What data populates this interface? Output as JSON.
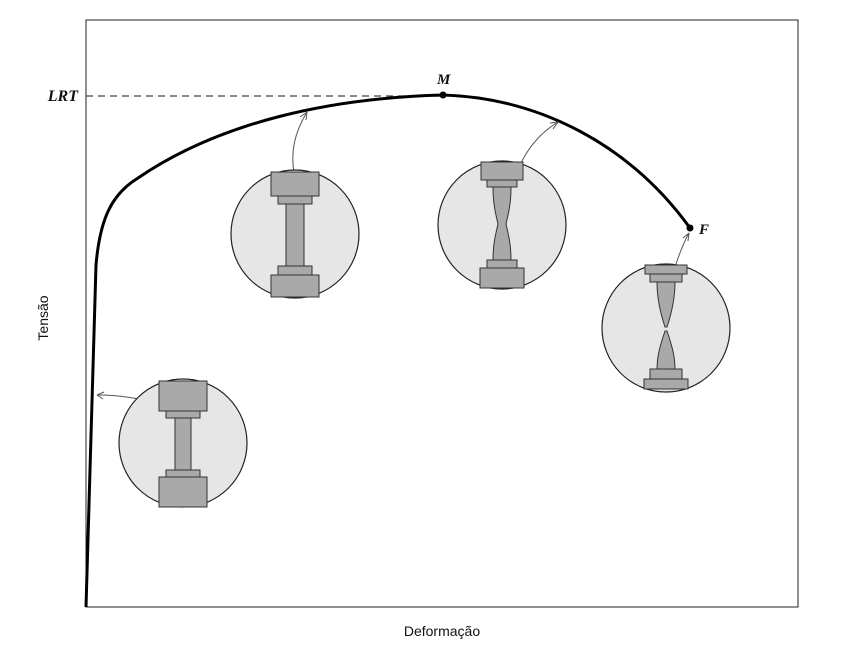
{
  "chart_data": {
    "type": "line",
    "xlabel": "Deformação",
    "ylabel": "Tensão",
    "grid": false,
    "axis_ticks": false,
    "reference_line": {
      "label": "LRT",
      "style": "dashed"
    },
    "points": [
      {
        "label": "M"
      },
      {
        "label": "F"
      }
    ],
    "insets": [
      {
        "stage": "elastic"
      },
      {
        "stage": "uniform"
      },
      {
        "stage": "necking"
      },
      {
        "stage": "fracture"
      }
    ],
    "colors": {
      "curve": "#000000",
      "inset_fill": "#e6e6e6",
      "specimen": "#a9a9a9",
      "specimen_stroke": "#333333"
    }
  }
}
